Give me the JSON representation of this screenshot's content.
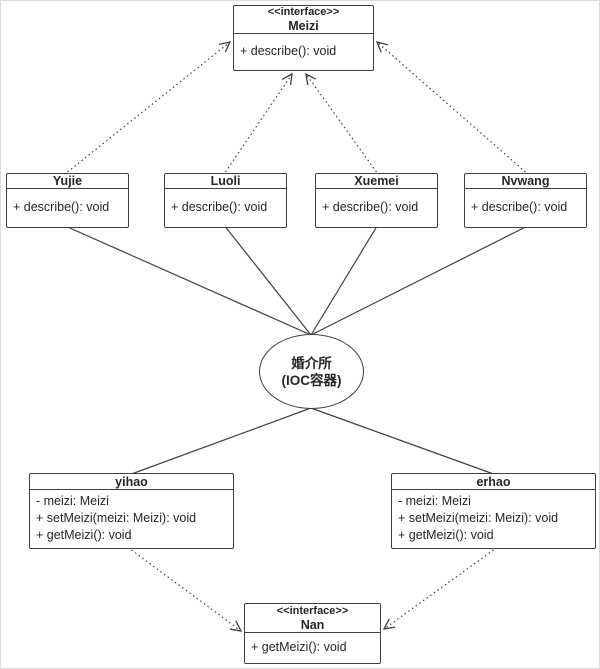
{
  "diagram_title": "IOC container UML diagram",
  "colors": {
    "stroke": "#404040",
    "text": "#262626",
    "node_fill": "#ffffff",
    "background": "#ffffff"
  },
  "nodes": {
    "meizi": {
      "stereotype": "<<interface>>",
      "name": "Meizi",
      "members": [
        "+ describe(): void"
      ]
    },
    "yujie": {
      "name": "Yujie",
      "members": [
        "+ describe(): void"
      ]
    },
    "luoli": {
      "name": "Luoli",
      "members": [
        "+ describe(): void"
      ]
    },
    "xuemei": {
      "name": "Xuemei",
      "members": [
        "+ describe(): void"
      ]
    },
    "nvwang": {
      "name": "Nvwang",
      "members": [
        "+ describe(): void"
      ]
    },
    "matchmaker": {
      "line1": "婚介所",
      "line2": "(IOC容器)"
    },
    "yihao": {
      "name": "yihao",
      "members": [
        "- meizi: Meizi",
        "+ setMeizi(meizi: Meizi): void",
        "+ getMeizi(): void"
      ]
    },
    "erhao": {
      "name": "erhao",
      "members": [
        "- meizi: Meizi",
        "+ setMeizi(meizi: Meizi): void",
        "+ getMeizi(): void"
      ]
    },
    "nan": {
      "stereotype": "<<interface>>",
      "name": "Nan",
      "members": [
        "+ getMeizi(): void"
      ]
    }
  },
  "relationships": [
    {
      "from": "Yujie",
      "to": "Meizi",
      "style": "dotted-open-arrow"
    },
    {
      "from": "Luoli",
      "to": "Meizi",
      "style": "dotted-open-arrow"
    },
    {
      "from": "Xuemei",
      "to": "Meizi",
      "style": "dotted-open-arrow"
    },
    {
      "from": "Nvwang",
      "to": "Meizi",
      "style": "dotted-open-arrow"
    },
    {
      "from": "Yujie",
      "to": "婚介所(IOC容器)",
      "style": "solid-line"
    },
    {
      "from": "Luoli",
      "to": "婚介所(IOC容器)",
      "style": "solid-line"
    },
    {
      "from": "Xuemei",
      "to": "婚介所(IOC容器)",
      "style": "solid-line"
    },
    {
      "from": "Nvwang",
      "to": "婚介所(IOC容器)",
      "style": "solid-line"
    },
    {
      "from": "婚介所(IOC容器)",
      "to": "yihao",
      "style": "solid-line"
    },
    {
      "from": "婚介所(IOC容器)",
      "to": "erhao",
      "style": "solid-line"
    },
    {
      "from": "yihao",
      "to": "Nan",
      "style": "dotted-open-arrow"
    },
    {
      "from": "erhao",
      "to": "Nan",
      "style": "dotted-open-arrow"
    }
  ]
}
